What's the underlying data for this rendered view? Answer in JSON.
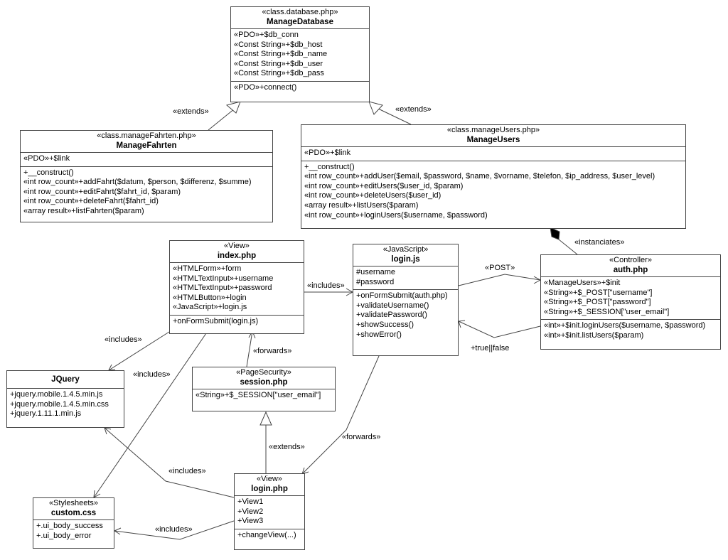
{
  "classes": {
    "managedb": {
      "stereotype": "«class.database.php»",
      "name": "ManageDatabase",
      "attrs": [
        "«PDO»+$db_conn",
        "«Const String»+$db_host",
        "«Const String»+$db_name",
        "«Const String»+$db_user",
        "«Const String»+$db_pass"
      ],
      "ops": [
        "«PDO»+connect()"
      ]
    },
    "managefahrten": {
      "stereotype": "«class.manageFahrten.php»",
      "name": "ManageFahrten",
      "attrs": [
        "«PDO»+$link"
      ],
      "ops": [
        "+__construct()",
        "«int row_count»+addFahrt($datum, $person, $differenz, $summe)",
        "«int row_count»+editFahrt($fahrt_id, $param)",
        "«int row_count»+deleteFahrt($fahrt_id)",
        "«array result»+listFahrten($param)"
      ]
    },
    "manageusers": {
      "stereotype": "«class.manageUsers.php»",
      "name": "ManageUsers",
      "attrs": [
        "«PDO»+$link"
      ],
      "ops": [
        "+__construct()",
        "«int row_count»+addUser($email, $password, $name, $vorname, $telefon, $ip_address, $user_level)",
        "«int row_count»+editUsers($user_id, $param)",
        "«int row_count»+deleteUsers($user_id)",
        "«array result»+listUsers($param)",
        "«int row_count»+loginUsers($username, $password)"
      ]
    },
    "index": {
      "stereotype": "«View»",
      "name": "index.php",
      "attrs": [
        "«HTMLForm»+form",
        "«HTMLTextInput»+username",
        "«HTMLTextInput»+password",
        "«HTMLButton»+login",
        "«JavaScript»+login.js"
      ],
      "ops": [
        "+onFormSubmit(login.js)"
      ]
    },
    "loginjs": {
      "stereotype": "«JavaScript»",
      "name": "login.js",
      "attrs": [
        "#username",
        "#password"
      ],
      "ops": [
        "+onFormSubmit(auth.php)",
        "+validateUsername()",
        "+validatePassword()",
        "+showSuccess()",
        "+showError()"
      ]
    },
    "auth": {
      "stereotype": "«Controller»",
      "name": "auth.php",
      "attrs": [
        "«ManageUsers»+$init",
        "«String»+$_POST[\"username\"]",
        "«String»+$_POST[\"password\"]",
        "«String»+$_SESSION[\"user_email\"]"
      ],
      "ops": [
        "«int»+$init.loginUsers($username, $password)",
        "«int»+$init.listUsers($param)"
      ]
    },
    "jquery": {
      "stereotype": "",
      "name": "JQuery",
      "attrs": [
        "+jquery.mobile.1.4.5.min.js",
        "+jquery.mobile.1.4.5.min.css",
        "+jquery.1.11.1.min.js"
      ],
      "ops": []
    },
    "session": {
      "stereotype": "«PageSecurity»",
      "name": "session.php",
      "attrs": [
        "«String»+$_SESSION[\"user_email\"]"
      ],
      "ops": []
    },
    "loginphp": {
      "stereotype": "«View»",
      "name": "login.php",
      "attrs": [
        "+View1",
        "+View2",
        "+View3"
      ],
      "ops": [
        "+changeView(...)"
      ]
    },
    "customcss": {
      "stereotype": "«Stylesheets»",
      "name": "custom.css",
      "attrs": [
        "+.ui_body_success",
        "+.ui_body_error"
      ],
      "ops": []
    }
  },
  "labels": {
    "extends1": "«extends»",
    "extends2": "«extends»",
    "instanciates": "«instanciates»",
    "includes1": "«includes»",
    "post": "«POST»",
    "trueFalse": "+true||false",
    "includes2": "«includes»",
    "includes3": "«includes»",
    "forwards1": "«forwards»",
    "forwards2": "«forwards»",
    "extends3": "«extends»",
    "includes4": "«includes»",
    "includes5": "«includes»"
  }
}
